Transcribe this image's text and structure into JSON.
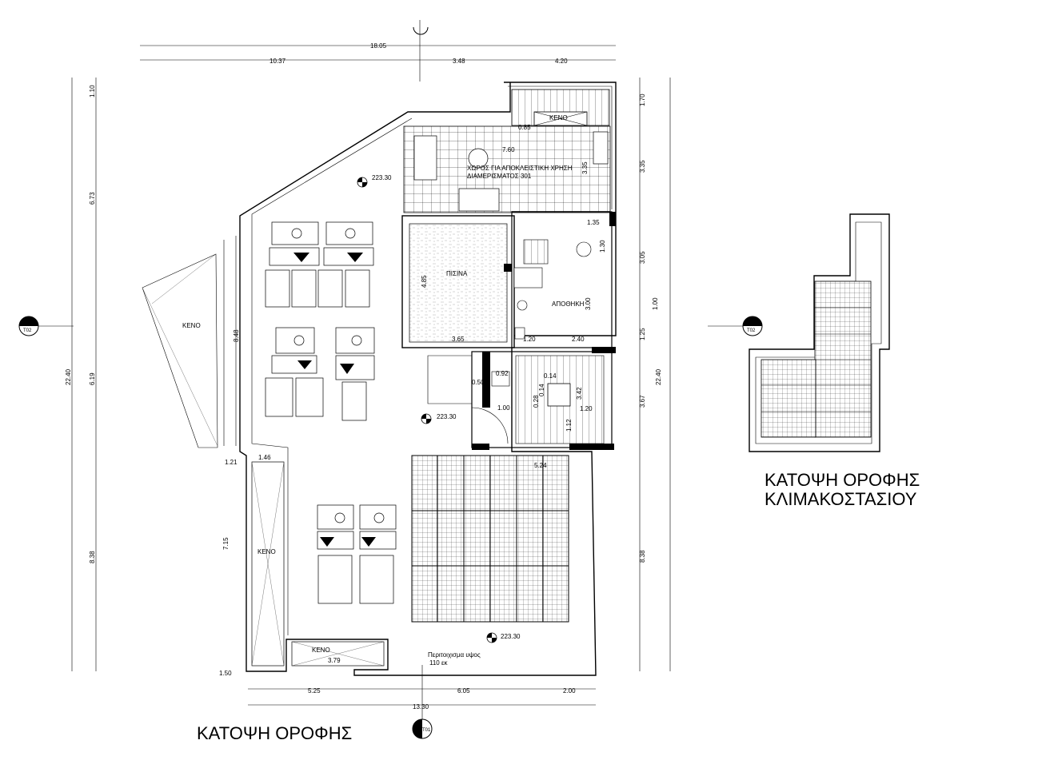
{
  "titles": {
    "main_plan": "ΚΑΤΟΨΗ ΟΡΟΦΗΣ",
    "stair_plan_line1": "ΚΑΤΟΨΗ ΟΡΟΦΗΣ",
    "stair_plan_line2": "ΚΛΙΜΑΚΟΣΤΑΣΙΟΥ"
  },
  "rooms": {
    "exclusive_use_line1": "ΧΩΡΟΣ ΓΙΑ ΑΠΟΚΛΕΙΣΤΙΚΗ ΧΡΗΣΗ",
    "exclusive_use_line2": "ΔΙΑΜΕΡΙΣΜΑΤΟΣ 301",
    "pool": "ΠΙΣΙΝΑ",
    "storage": "ΑΠΟΘΗΚΗ",
    "void_top": "ΚΕΝΟ",
    "void_left": "ΚΕΝΟ",
    "void_lower_left": "ΚΕΝΟ",
    "void_bottom": "ΚΕΝΟ",
    "parapet_line1": "Περιτοιχισμα υψος",
    "parapet_line2": "110 εκ"
  },
  "levels": {
    "level_top": "223.30",
    "level_middle": "223.30",
    "level_bottom": "223.30"
  },
  "section_markers": {
    "left": "T02",
    "right": "T02",
    "bottom": "T01"
  },
  "dimensions": {
    "top_total": "18.05",
    "top_a": "10.37",
    "top_b": "3.48",
    "top_c": "4.20",
    "left_a": "1.10",
    "left_b": "6.73",
    "left_c": "6.19",
    "left_d": "8.38",
    "left_total": "22.40",
    "right_a": "1.70",
    "right_b": "3.35",
    "right_c": "3.05",
    "right_d": "1.00",
    "right_e": "1.25",
    "right_f": "3.67",
    "right_g": "8.38",
    "right_total": "22.40",
    "bottom_a": "5.25",
    "bottom_b": "6.05",
    "bottom_c": "2.00",
    "bottom_total": "13.30",
    "inner_085": "0.85",
    "inner_760": "7.60",
    "inner_335": "3.35",
    "inner_135": "1.35",
    "inner_130": "1.30",
    "inner_485": "4.85",
    "inner_365": "3.65",
    "inner_300": "3.00",
    "inner_120a": "1.20",
    "inner_240": "2.40",
    "inner_848": "8.48",
    "inner_050": "0.50",
    "inner_092": "0.92",
    "inner_014a": "0.14",
    "inner_028": "0.28",
    "inner_014b": "0.14",
    "inner_342": "3.42",
    "inner_120b": "1.20",
    "inner_100": "1.00",
    "inner_112": "1.12",
    "inner_524": "5.24",
    "inner_121": "1.21",
    "inner_146": "1.46",
    "inner_715": "7.15",
    "inner_379": "3.79",
    "inner_150": "1.50"
  },
  "icons": {
    "section_marker": "section-marker-icon",
    "level_marker": "level-marker-icon",
    "north_axis": "axis-circle-icon"
  },
  "colors": {
    "line": "#000000",
    "paper": "#ffffff"
  }
}
